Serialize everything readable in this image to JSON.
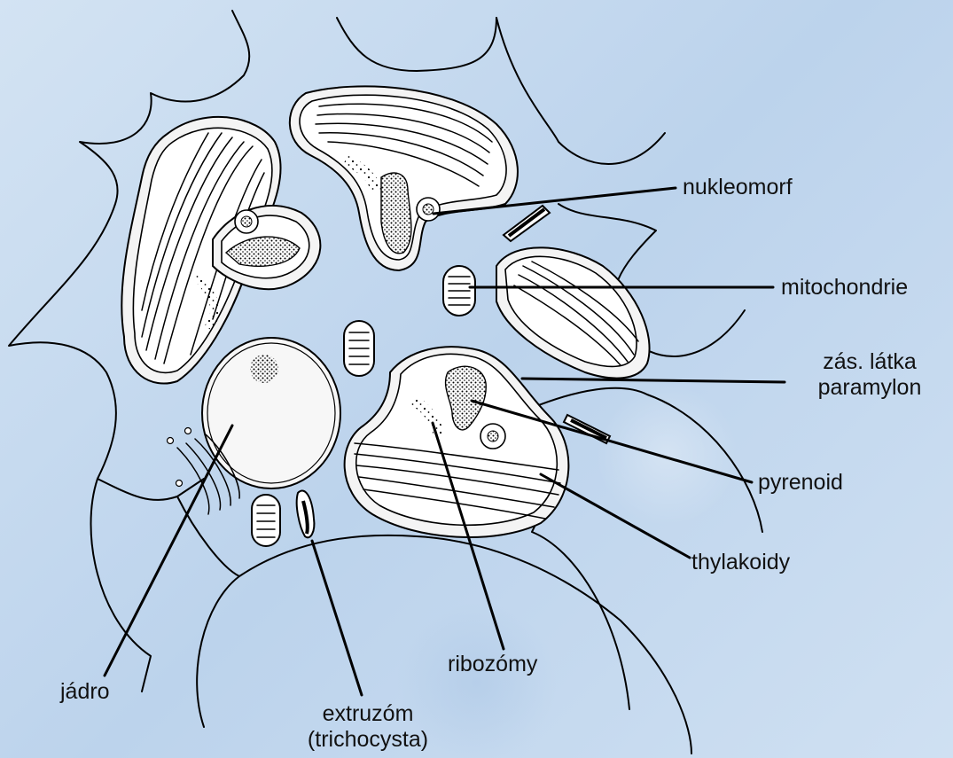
{
  "labels": {
    "nukleomorf": "nukleomorf",
    "mitochondrie": "mitochondrie",
    "zas_latka_line1": "zás. látka",
    "zas_latka_line2": "paramylon",
    "pyrenoid": "pyrenoid",
    "thylakoidy": "thylakoidy",
    "ribozomy": "ribozómy",
    "jadro": "jádro",
    "extruzom_line1": "extruzóm",
    "extruzom_line2": "(trichocysta)"
  },
  "colors": {
    "background": "#c9dcef",
    "line": "#000000",
    "text": "#111111"
  }
}
